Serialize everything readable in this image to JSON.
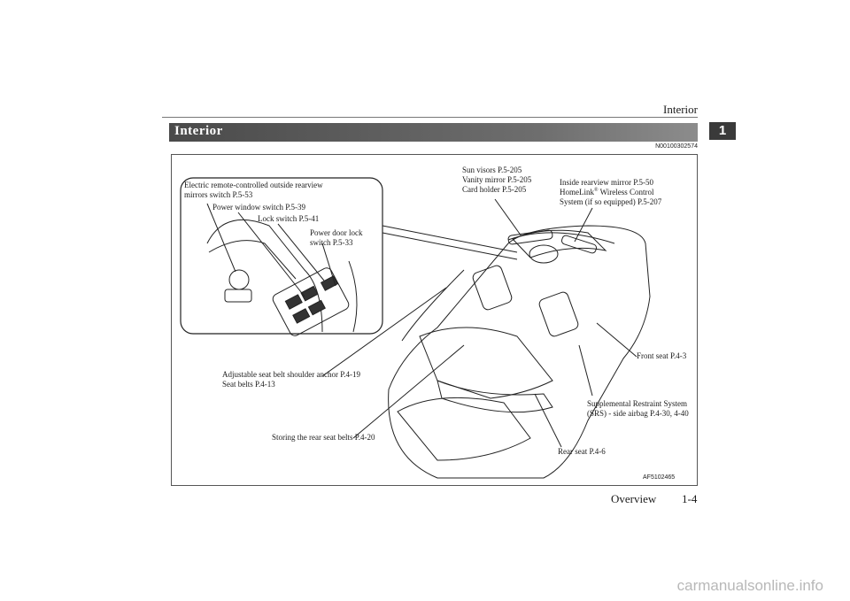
{
  "header": {
    "title": "Interior",
    "chapter_number": "1"
  },
  "section": {
    "title": "Interior",
    "ref_code": "N00100302574"
  },
  "figure": {
    "code": "AF5102465",
    "callouts": {
      "mirrors_switch": {
        "line1": "Electric remote-controlled outside rearview",
        "line2": "mirrors switch P.5-53"
      },
      "power_window": "Power window switch P.5-39",
      "lock_switch": "Lock switch P.5-41",
      "power_door_lock": {
        "line1": "Power door lock",
        "line2": "switch P.5-33"
      },
      "sun_visors": {
        "line1": "Sun visors P.5-205",
        "line2": "Vanity mirror P.5-205",
        "line3": "Card holder P.5-205"
      },
      "inside_mirror": {
        "line1": "Inside rearview mirror P.5-50",
        "homelink": "HomeLink",
        "reg": "®",
        "homelink_rest": " Wireless Control",
        "line3": "System (if so equipped) P.5-207"
      },
      "front_seat": "Front seat P.4-3",
      "srs": {
        "line1": "Supplemental Restraint System",
        "line2": "(SRS) - side airbag P.4-30, 4-40"
      },
      "rear_seat": "Rear seat P.4-6",
      "storing_belts": "Storing the rear seat belts P.4-20",
      "shoulder_anchor": {
        "line1": "Adjustable seat belt shoulder anchor P.4-19",
        "line2": "Seat belts P.4-13"
      }
    }
  },
  "footer": {
    "section": "Overview",
    "page": "1-4"
  },
  "watermark": "carmanualsonline.info"
}
